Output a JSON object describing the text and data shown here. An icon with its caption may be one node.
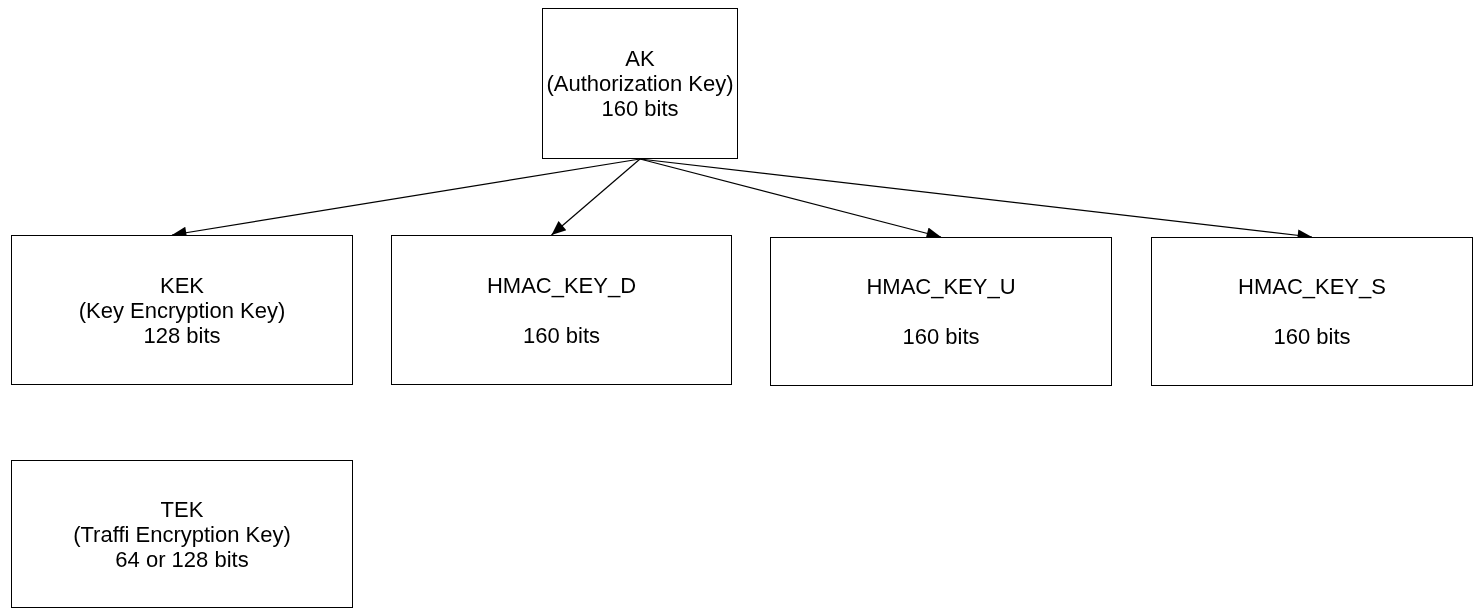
{
  "diagram": {
    "nodes": [
      {
        "text": [
          "AK",
          "(Authorization Key)",
          "160 bits"
        ]
      },
      {
        "text": [
          "KEK",
          "(Key Encryption Key)",
          "128 bits"
        ]
      },
      {
        "text": [
          "HMAC_KEY_D",
          "160 bits"
        ]
      },
      {
        "text": [
          "HMAC_KEY_U",
          "160 bits"
        ]
      },
      {
        "text": [
          "HMAC_KEY_S",
          "160 bits"
        ]
      },
      {
        "text": [
          "TEK",
          "(Traffi Encryption Key)",
          "64 or 128 bits"
        ]
      }
    ],
    "edges": [
      {
        "from": 0,
        "to": 1,
        "arrow": "to"
      },
      {
        "from": 0,
        "to": 2,
        "arrow": "to"
      },
      {
        "from": 0,
        "to": 3,
        "arrow": "to"
      },
      {
        "from": 0,
        "to": 4,
        "arrow": "to"
      }
    ]
  }
}
